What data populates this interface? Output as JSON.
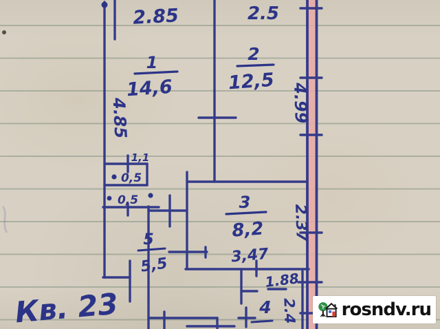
{
  "plan": {
    "labels": {
      "apartment": "Кв. 23",
      "dim_top_room1": "2.85",
      "dim_top_room2": "2.5",
      "dim_left": "4.85",
      "dim_right_room2": "4.99",
      "dim_right_room3": "2.37",
      "dim_right_bath": "2.4",
      "dim_bath_width": "1.88",
      "room1_num": "1",
      "room1_area": "14,6",
      "room2_num": "2",
      "room2_area": "12,5",
      "room3_num": "3",
      "room3_area": "8,2",
      "room3_width": "3,47",
      "room5_num": "5",
      "room5_area": "5,5",
      "room4_num": "4",
      "closet_width": "1,1",
      "closet_top": "0,5",
      "closet_bottom": "0,5"
    },
    "colors": {
      "ink": "#2c3488",
      "wall_fill": "#e9aaa4",
      "paper": "#d8d1c3"
    }
  },
  "watermark": {
    "site": "rosndv.ru",
    "logo": "house-and-tree-icon"
  }
}
